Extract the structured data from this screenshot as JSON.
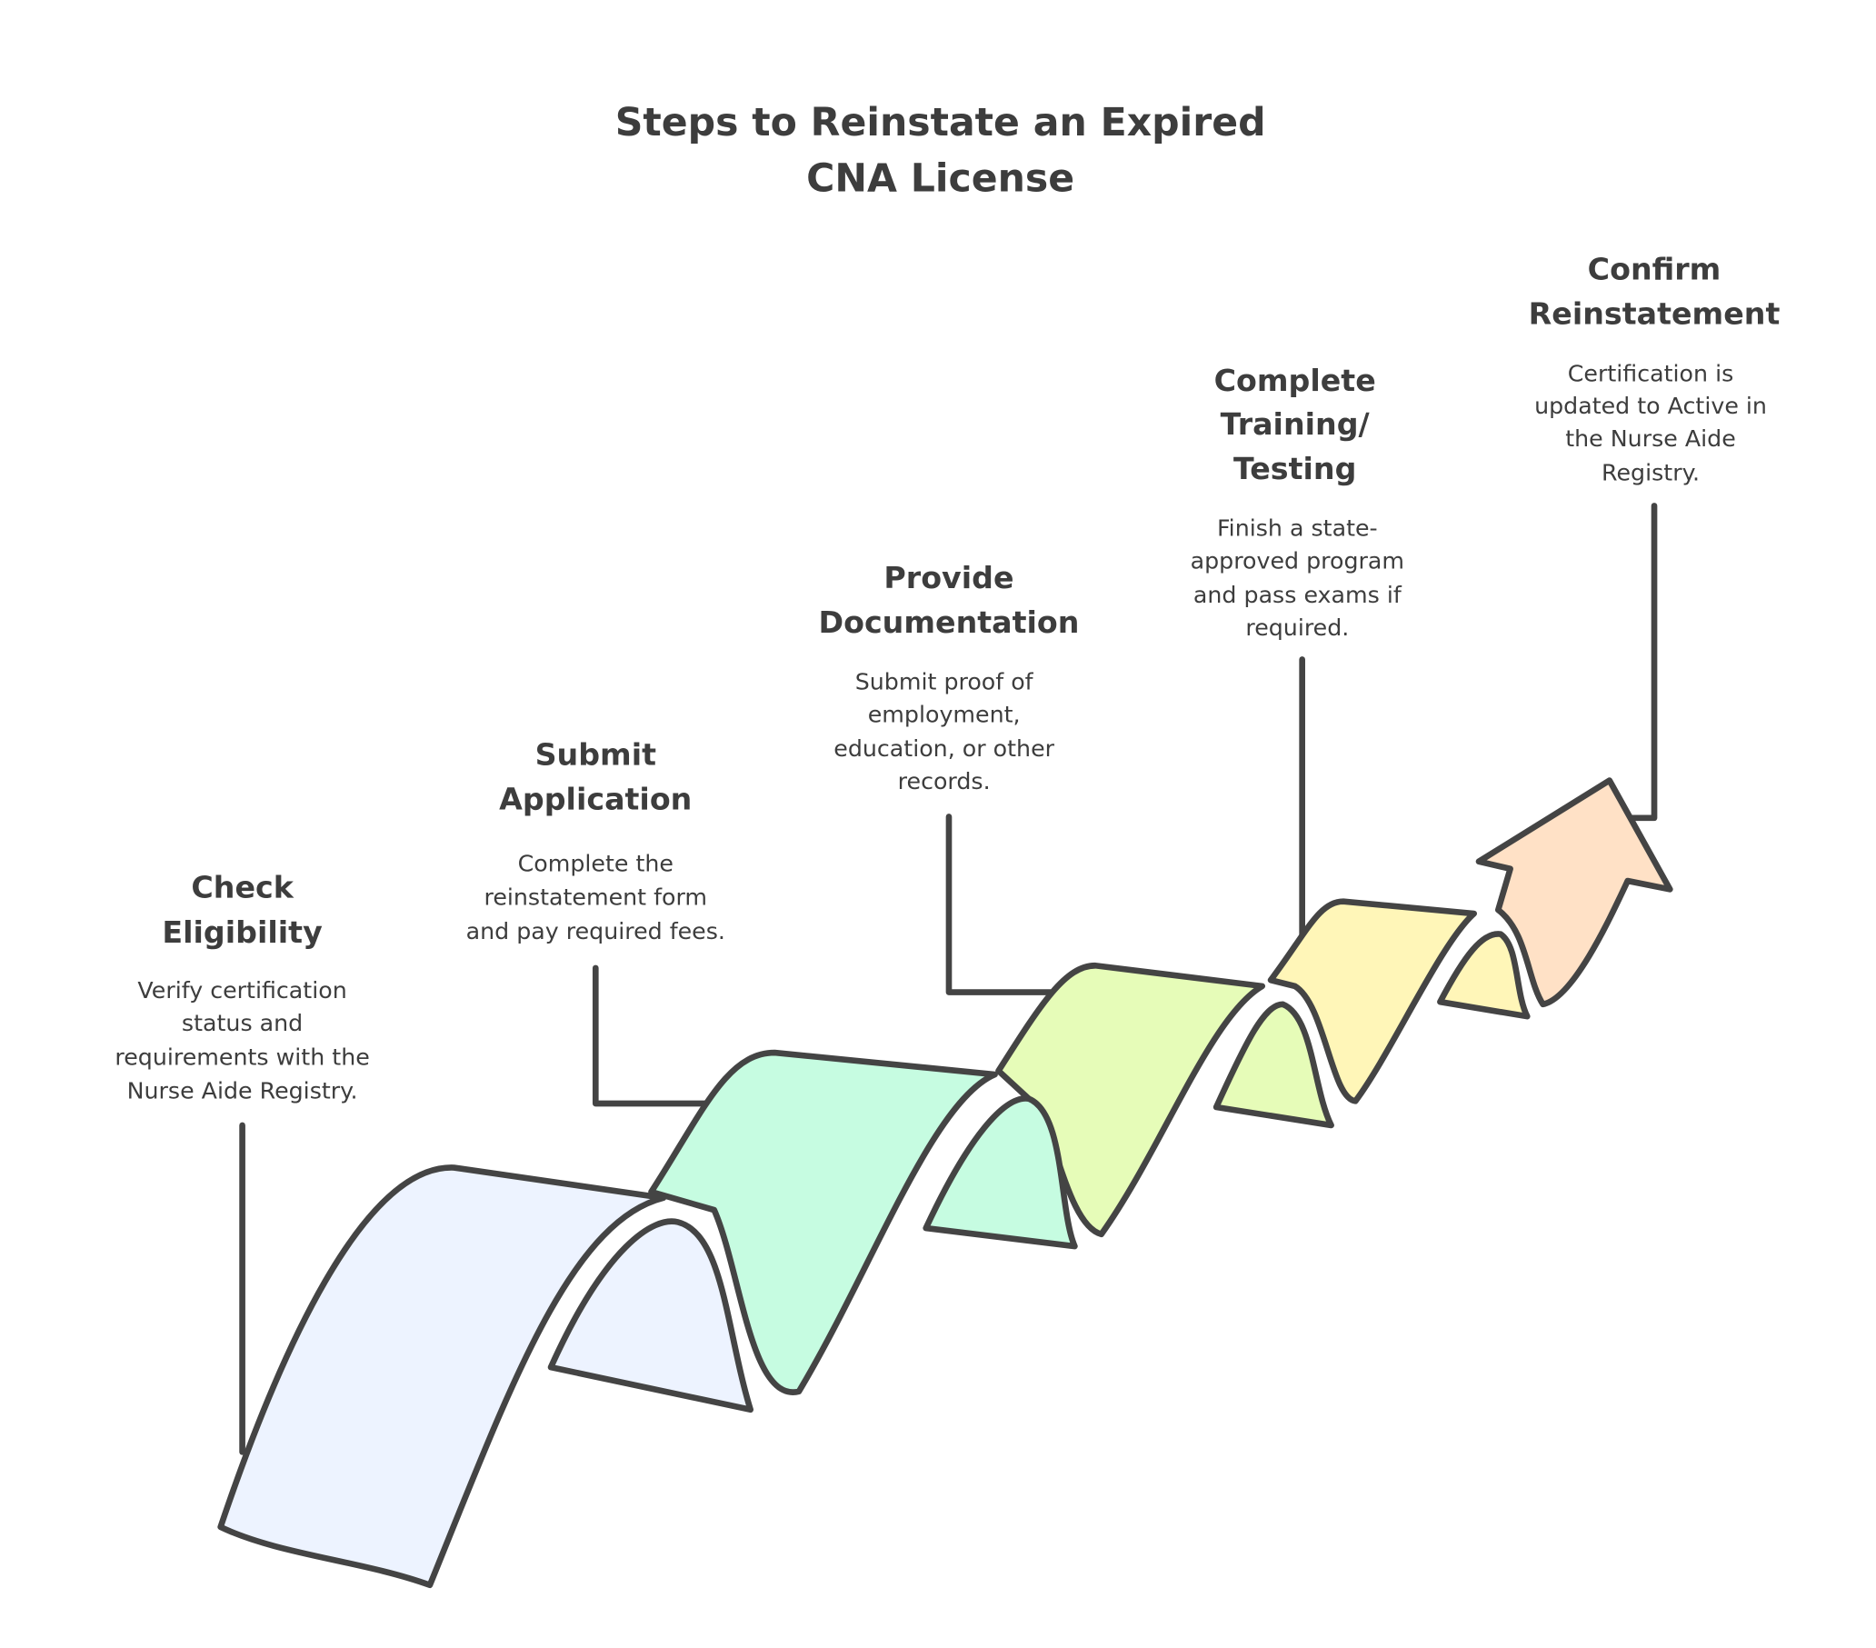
{
  "title": [
    "Steps to Reinstate an Expired",
    "CNA License"
  ],
  "colors": {
    "step1": "#edf3ff",
    "step2": "#c6fce1",
    "step3": "#e6fcb8",
    "step4": "#fff6b8",
    "step5": "#ffe1c6",
    "stroke": "#444444",
    "text": "#3d3d3d"
  },
  "steps": [
    {
      "heading": [
        "Check",
        "Eligibility"
      ],
      "description": [
        "Verify certification",
        "status and",
        "requirements with the",
        "Nurse Aide Registry."
      ]
    },
    {
      "heading": [
        "Submit",
        "Application"
      ],
      "description": [
        "Complete the",
        "reinstatement form",
        "and pay required fees."
      ]
    },
    {
      "heading": [
        "Provide",
        "Documentation"
      ],
      "description": [
        "Submit proof of",
        "employment,",
        "education, or other",
        "records."
      ]
    },
    {
      "heading": [
        "Complete",
        "Training/",
        "Testing"
      ],
      "description": [
        "Finish a state-",
        "approved program",
        "and pass exams if",
        "required."
      ]
    },
    {
      "heading": [
        "Confirm",
        "Reinstatement"
      ],
      "description": [
        "Certification is",
        "updated to Active in",
        "the Nurse Aide",
        "Registry."
      ]
    }
  ]
}
